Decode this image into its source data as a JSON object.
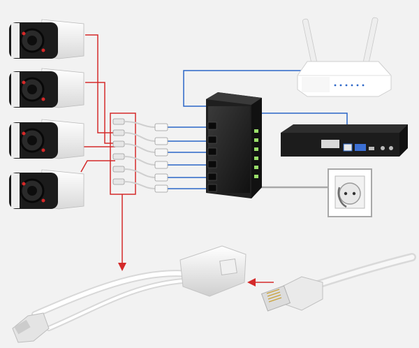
{
  "colors": {
    "background": "#f2f2f2",
    "power_wire": "#d42a2a",
    "data_wire": "#2b66c8",
    "ground_wire": "#a8a8a8",
    "camera_body": "#f4f4f4",
    "camera_lens": "#161616",
    "switch_body": "#1f1f1f",
    "nvr_body": "#1c1c1c",
    "router_body": "#ffffff"
  },
  "devices": {
    "cameras": [
      {
        "name": "camera-1",
        "icon": "bullet-camera-icon"
      },
      {
        "name": "camera-2",
        "icon": "bullet-camera-icon"
      },
      {
        "name": "camera-3",
        "icon": "bullet-camera-icon"
      },
      {
        "name": "camera-4",
        "icon": "bullet-camera-icon"
      }
    ],
    "splitter_icon": "poe-splitter-icon",
    "connectors": 6,
    "switch_icon": "poe-switch-icon",
    "router_icon": "wifi-router-icon",
    "nvr_icon": "nvr-recorder-icon",
    "outlet_icon": "power-outlet-icon",
    "cable_icon": "ethernet-cable-icon"
  }
}
